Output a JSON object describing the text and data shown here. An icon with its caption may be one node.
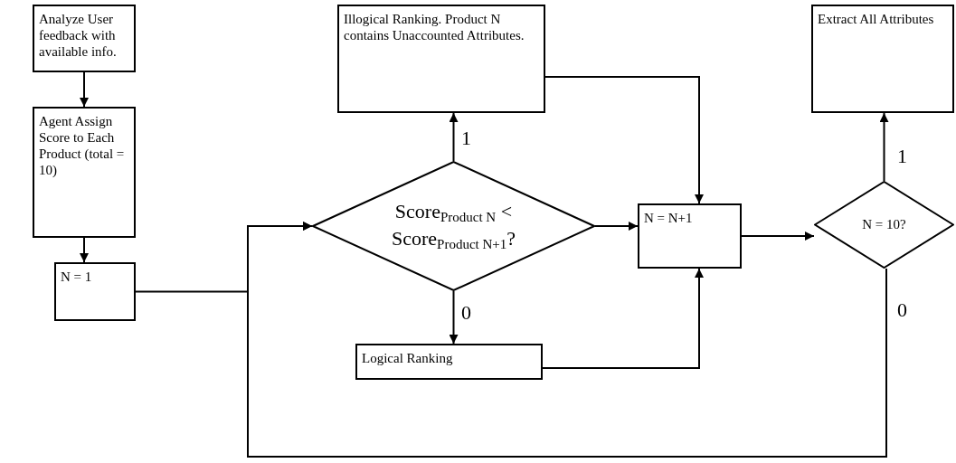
{
  "diagram": {
    "nodes": [
      {
        "text": [
          "Analyze User feedback with available info."
        ]
      },
      {
        "text": [
          "Agent Assign Score to Each Product (total = 10)"
        ]
      },
      {
        "text": [
          "N = 1"
        ]
      },
      {
        "text": [
          "Score$_{Product N}$ < Score$_{Product N+1}$?"
        ]
      },
      {
        "text": [
          "Illogical Ranking. Product N contains Unaccounted Attributes."
        ]
      },
      {
        "text": [
          "Logical Ranking"
        ]
      },
      {
        "text": [
          "N = N+1"
        ]
      },
      {
        "text": [
          "N = 10?"
        ]
      },
      {
        "text": [
          "Extract All Attributes"
        ]
      }
    ],
    "edges": [
      {
        "from": 0,
        "to": 1,
        "arrow": "to"
      },
      {
        "from": 1,
        "to": 2,
        "arrow": "to"
      },
      {
        "from": 2,
        "to": 3,
        "arrow": "to"
      },
      {
        "from": 3,
        "to": 4,
        "arrow": "to",
        "label": "1"
      },
      {
        "from": 3,
        "to": 5,
        "arrow": "to",
        "label": "0"
      },
      {
        "from": 3,
        "to": 6,
        "arrow": "to"
      },
      {
        "from": 4,
        "to": 6,
        "arrow": "to"
      },
      {
        "from": 5,
        "to": 6,
        "arrow": "to"
      },
      {
        "from": 6,
        "to": 7,
        "arrow": "to"
      },
      {
        "from": 7,
        "to": 8,
        "arrow": "to",
        "label": "1"
      },
      {
        "from": 7,
        "to": 3,
        "arrow": "to",
        "label": "0"
      }
    ]
  }
}
